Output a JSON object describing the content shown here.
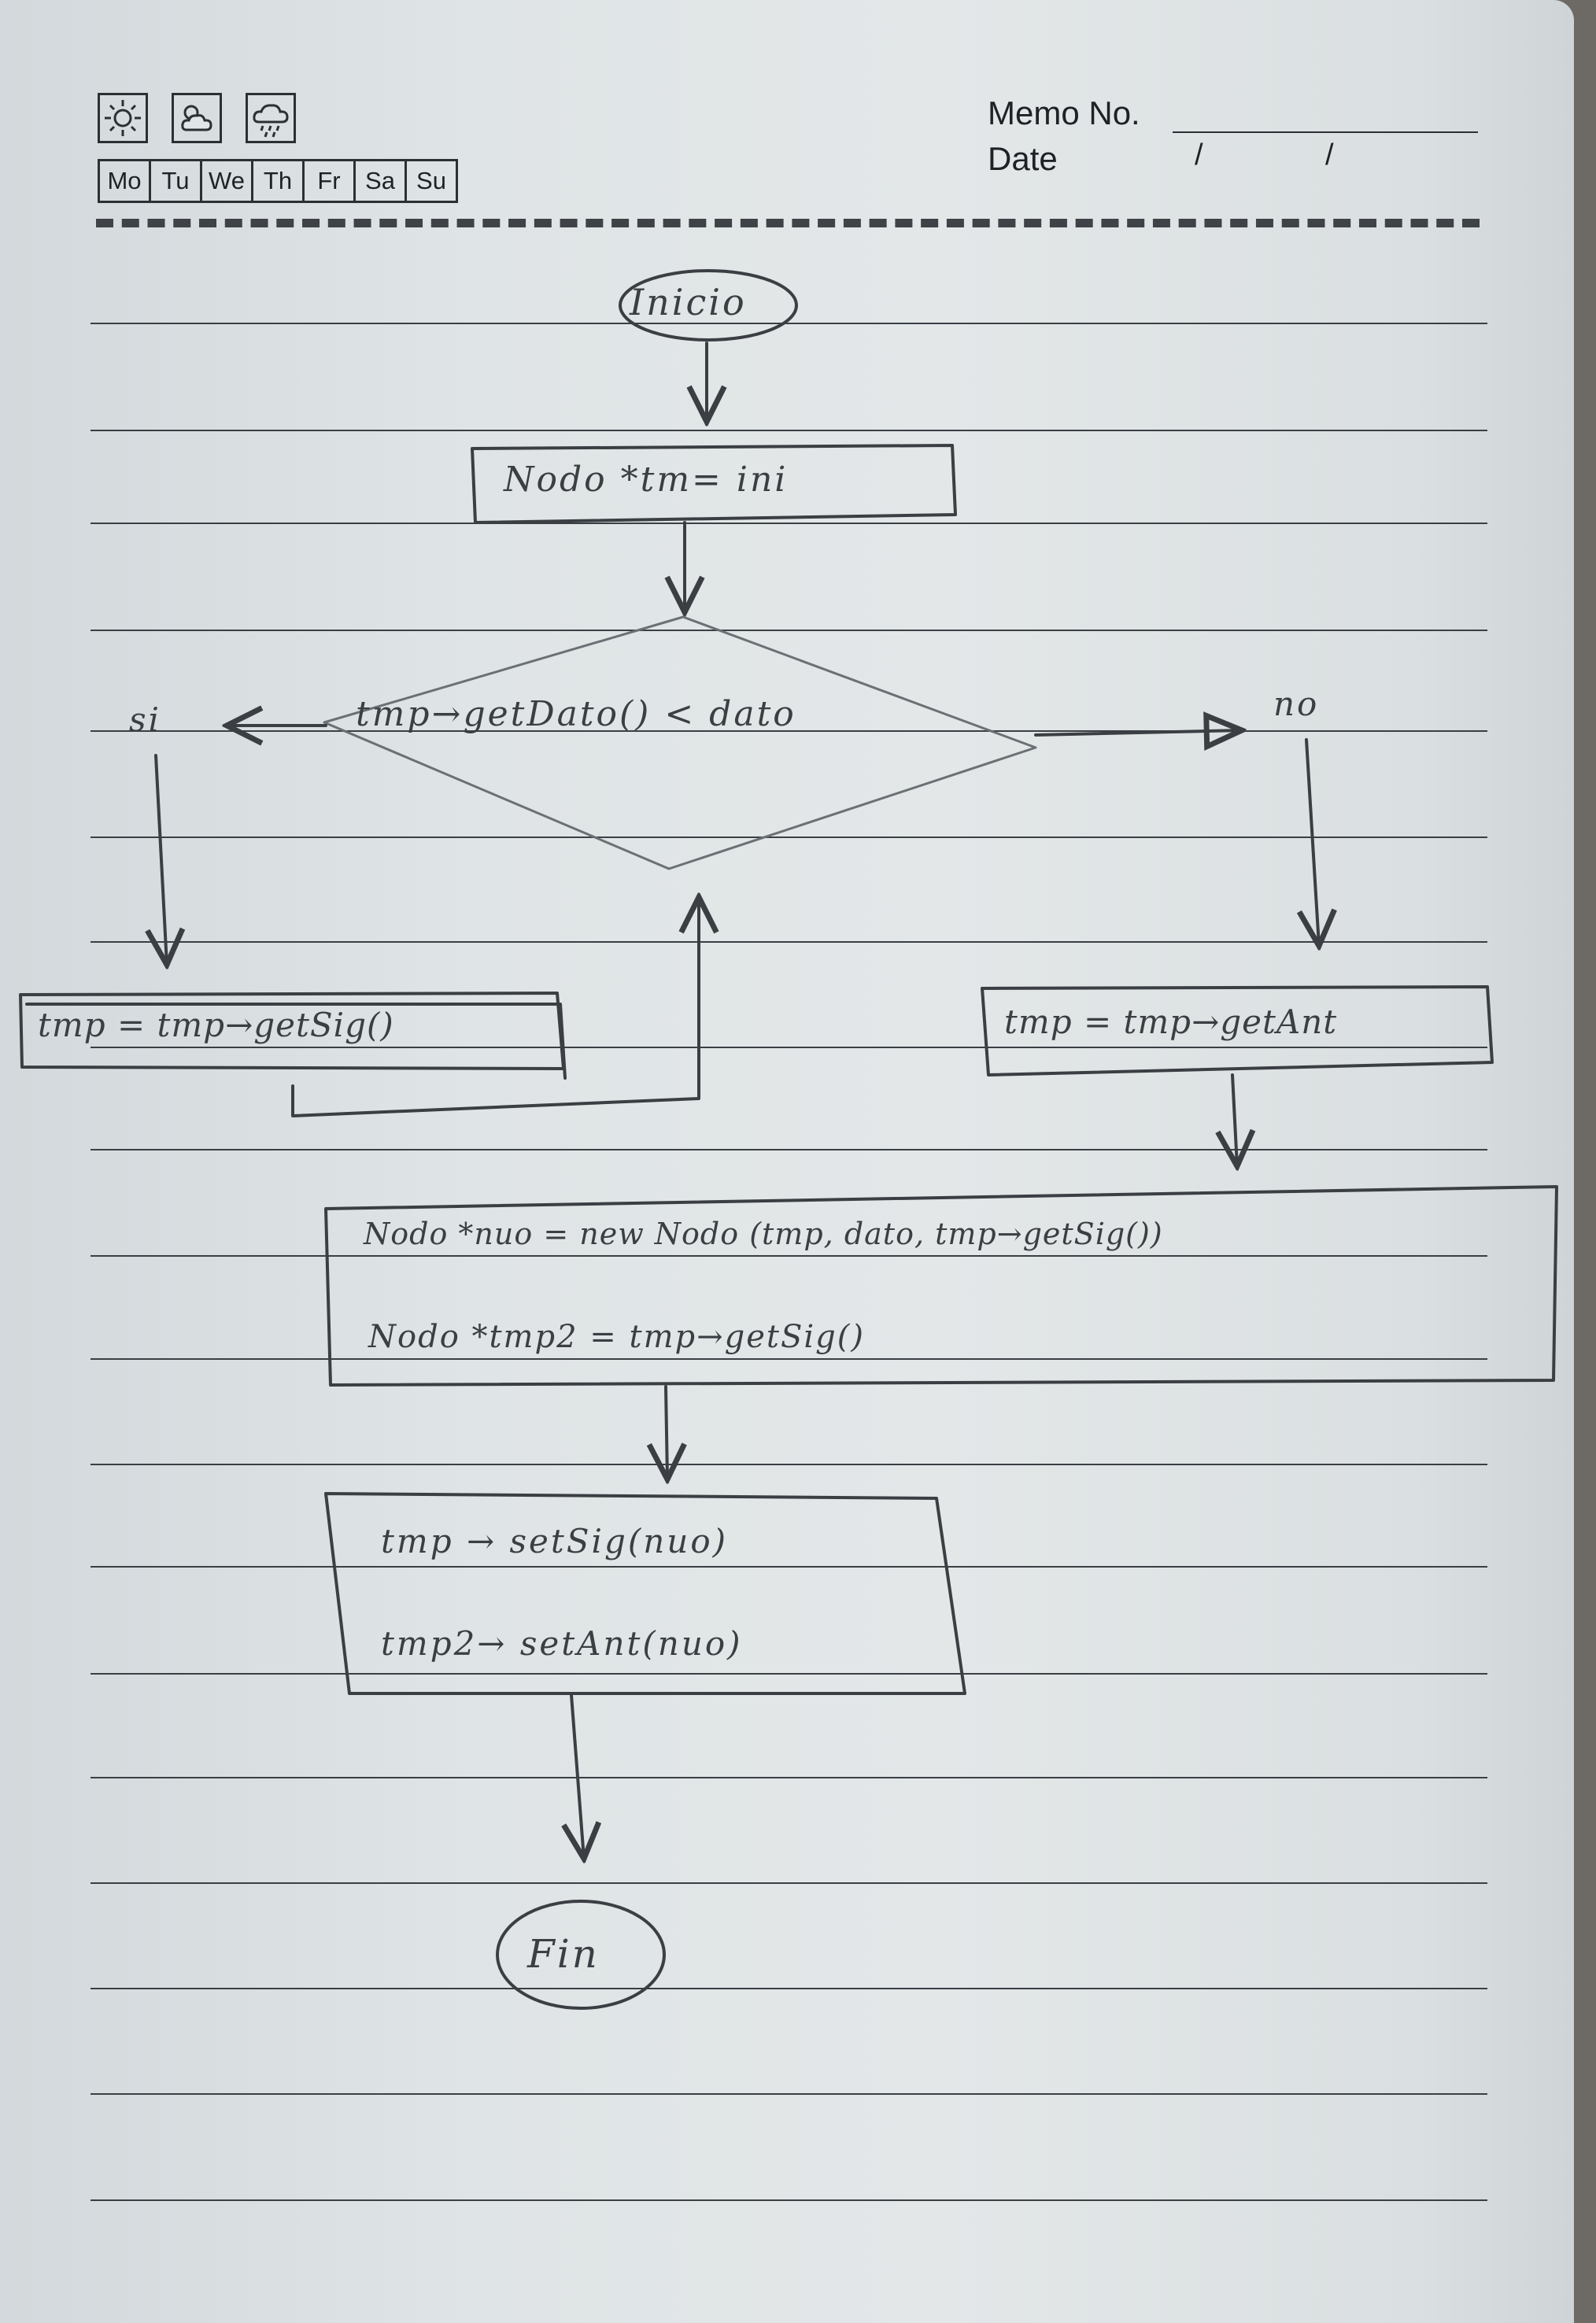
{
  "header": {
    "weather_icons": [
      "sun-icon",
      "cloud-sun-icon",
      "cloud-rain-icon"
    ],
    "days": [
      "Mo",
      "Tu",
      "We",
      "Th",
      "Fr",
      "Sa",
      "Su"
    ],
    "memo_label": "Memo No.",
    "date_label": "Date",
    "date_separators": [
      "/",
      "/"
    ]
  },
  "flowchart": {
    "start": "Inicio",
    "init": "Nodo  *tm= ini",
    "condition": "tmp→getDato() < dato",
    "yes_label": "si",
    "no_label": "no",
    "yes_step": "tmp = tmp→getSig()",
    "no_step": "tmp = tmp→getAnt",
    "create_lines": [
      "Nodo *nuo = new Nodo (tmp, dato, tmp→getSig())",
      "Nodo  *tmp2 = tmp→getSig()"
    ],
    "link_lines": [
      "tmp → setSig(nuo)",
      "tmp2→ setAnt(nuo)"
    ],
    "end": "Fin"
  },
  "colors": {
    "paper": "#e0e5e7",
    "ink": "#1e2226",
    "pencil": "#3b3f43"
  }
}
